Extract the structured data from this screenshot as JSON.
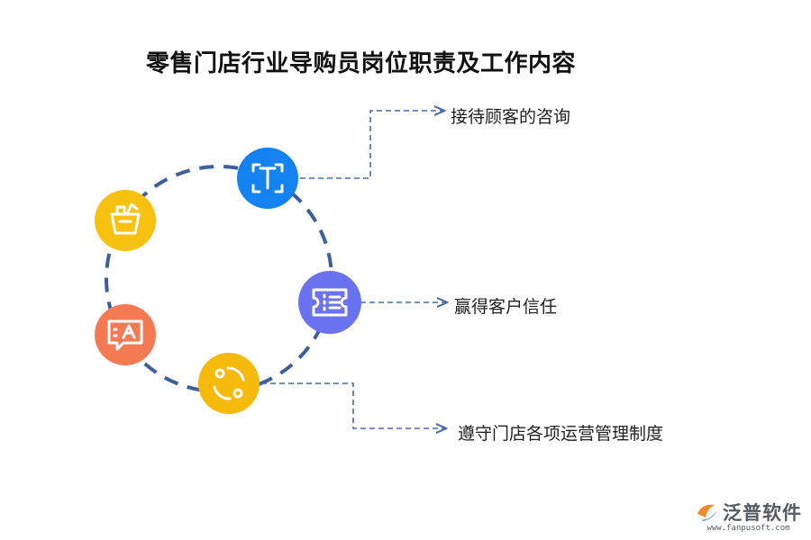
{
  "title": "零售门店行业导购员岗位职责及工作内容",
  "nodes": [
    {
      "icon": "text-recognition-icon",
      "color": "#1482f0"
    },
    {
      "icon": "ticket-list-icon",
      "color": "#6b72f0"
    },
    {
      "icon": "refresh-cycle-icon",
      "color": "#f5ba0b"
    },
    {
      "icon": "text-translate-icon",
      "color": "#f47a54"
    },
    {
      "icon": "shopping-basket-icon",
      "color": "#f7c112"
    }
  ],
  "items": [
    {
      "label": "接待顾客的咨询"
    },
    {
      "label": "赢得客户信任"
    },
    {
      "label": "遵守门店各项运营管理制度"
    }
  ],
  "colors": {
    "ring": "#3c5f9c",
    "connector": "#4a6aa5"
  },
  "brand": {
    "name": "泛普软件",
    "url": "www.fanpusoft.com"
  }
}
